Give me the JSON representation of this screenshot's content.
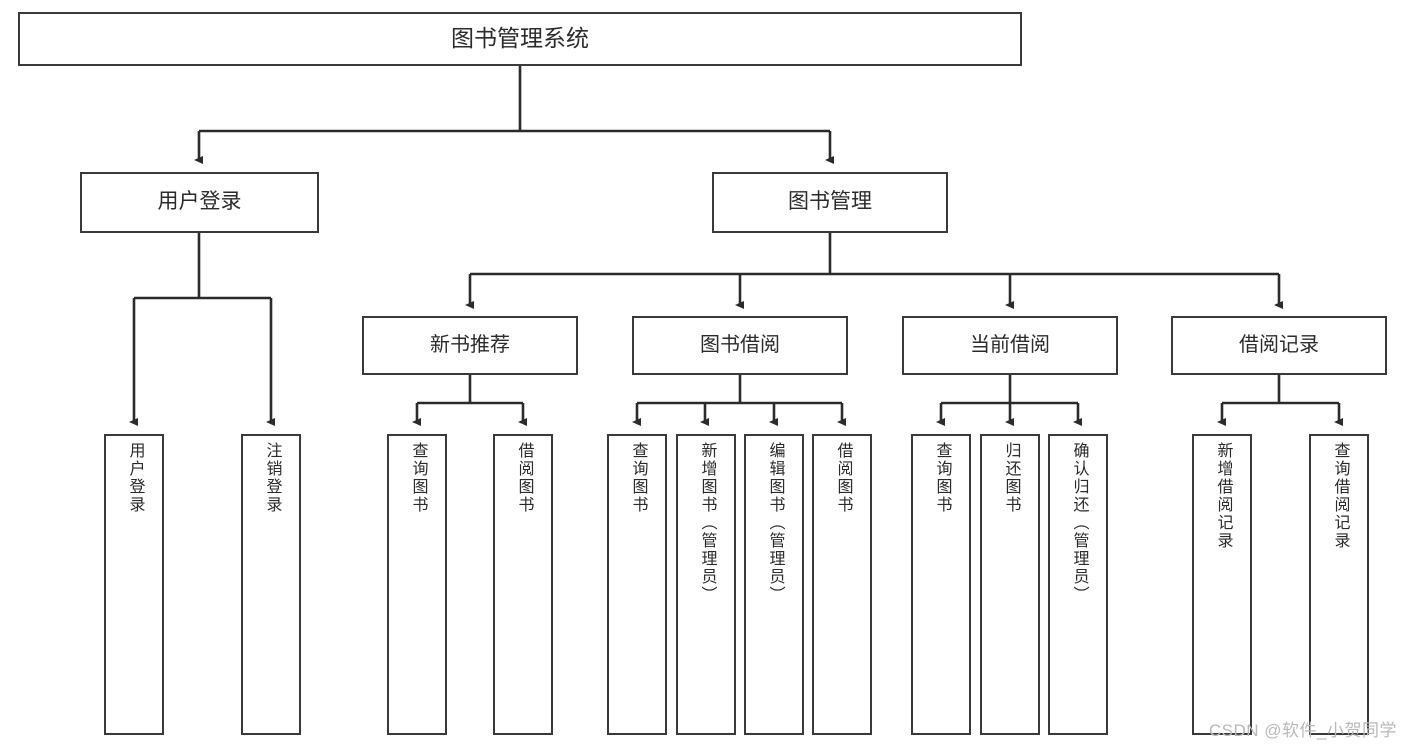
{
  "diagram": {
    "title": "图书管理系统",
    "type": "tree-hierarchy-functional-structure",
    "root": {
      "label": "图书管理系统"
    },
    "level2": [
      {
        "label": "用户登录"
      },
      {
        "label": "图书管理"
      }
    ],
    "level3": [
      {
        "label": "新书推荐"
      },
      {
        "label": "图书借阅"
      },
      {
        "label": "当前借阅"
      },
      {
        "label": "借阅记录"
      }
    ],
    "leaves": {
      "user_login": [
        {
          "label": "用户登录"
        },
        {
          "label": "注销登录"
        }
      ],
      "new_book_recommend": [
        {
          "label": "查询图书"
        },
        {
          "label": "借阅图书"
        }
      ],
      "book_borrow": [
        {
          "label": "查询图书"
        },
        {
          "label": "新增图书（管理员）"
        },
        {
          "label": "编辑图书（管理员）"
        },
        {
          "label": "借阅图书"
        }
      ],
      "current_borrow": [
        {
          "label": "查询图书"
        },
        {
          "label": "归还图书"
        },
        {
          "label": "确认归还（管理员）"
        }
      ],
      "borrow_records": [
        {
          "label": "新增借阅记录"
        },
        {
          "label": "查询借阅记录"
        }
      ]
    }
  },
  "watermark": {
    "text": "CSDN @软件_小贺同学"
  },
  "colors": {
    "border": "#3a3a3a",
    "text": "#2b2b2b",
    "background": "#ffffff",
    "connector": "#2b2b2b",
    "watermark": "#b9b9b9"
  }
}
